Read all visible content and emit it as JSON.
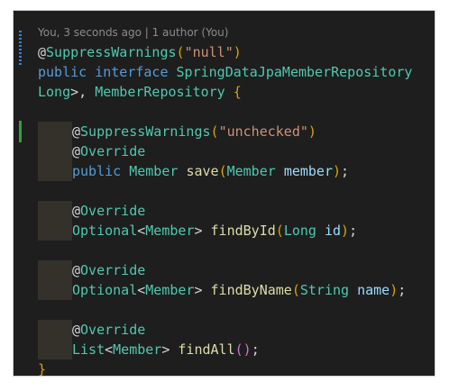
{
  "codelens": "You, 3 seconds ago | 1 author (You)",
  "lines": {
    "l1": {
      "at": "@",
      "ann": "SuppressWarnings",
      "open": "(",
      "str": "\"null\"",
      "close": ")"
    },
    "l2": {
      "kw1": "public",
      "kw2": "interface",
      "name": "SpringDataJpaMemberRepository"
    },
    "l3": {
      "type": "Long",
      "mid": ">, ",
      "type2": "MemberRepository",
      "brace": "{"
    },
    "l5": {
      "at": "@",
      "ann": "SuppressWarnings",
      "open": "(",
      "str": "\"unchecked\"",
      "close": ")"
    },
    "l6": {
      "at": "@",
      "ann": "Override"
    },
    "l7": {
      "kw": "public",
      "ret": "Member",
      "fn": "save",
      "open": "(",
      "ptype": "Member",
      "param": "member",
      "close": ")",
      "semi": ";"
    },
    "l9": {
      "at": "@",
      "ann": "Override"
    },
    "l10": {
      "ret": "Optional",
      "lt": "<",
      "targ": "Member",
      "gt": ">",
      "fn": "findById",
      "open": "(",
      "ptype": "Long",
      "param": "id",
      "close": ")",
      "semi": ";"
    },
    "l12": {
      "at": "@",
      "ann": "Override"
    },
    "l13": {
      "ret": "Optional",
      "lt": "<",
      "targ": "Member",
      "gt": ">",
      "fn": "findByName",
      "open": "(",
      "ptype": "String",
      "param": "name",
      "close": ")",
      "semi": ";"
    },
    "l15": {
      "at": "@",
      "ann": "Override"
    },
    "l16": {
      "ret": "List",
      "lt": "<",
      "targ": "Member",
      "gt": ">",
      "fn": "findAll",
      "open": "(",
      "close": ")",
      "semi": ";"
    },
    "l17": {
      "brace": "}"
    }
  }
}
